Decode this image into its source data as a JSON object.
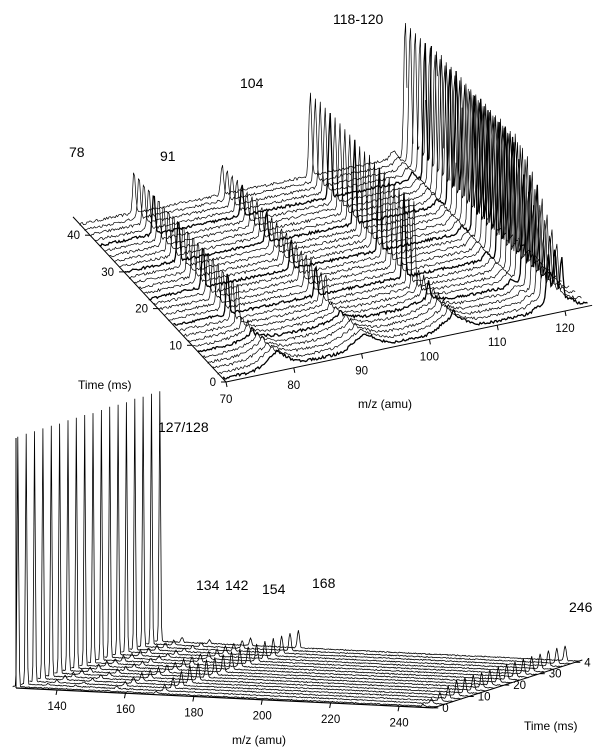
{
  "chart_data": [
    {
      "type": "waterfall",
      "xlabel": "m/z (amu)",
      "zlabel": "Time (ms)",
      "x_ticks": [
        "70",
        "80",
        "90",
        "100",
        "110",
        "120"
      ],
      "z_ticks": [
        "0",
        "10",
        "20",
        "30",
        "40"
      ],
      "xlim": [
        70,
        124
      ],
      "zlim": [
        0,
        45
      ],
      "annotations": [
        {
          "text": "78",
          "x": 78
        },
        {
          "text": "91",
          "x": 91
        },
        {
          "text": "104",
          "x": 104
        },
        {
          "text": "118-120",
          "x": 119
        }
      ],
      "peaks": [
        {
          "mz": 78,
          "intensity": 0.3
        },
        {
          "mz": 91,
          "intensity": 0.22
        },
        {
          "mz": 104,
          "intensity": 0.6
        },
        {
          "mz": 118,
          "intensity": 1.0
        },
        {
          "mz": 119,
          "intensity": 0.95
        },
        {
          "mz": 120,
          "intensity": 0.85
        }
      ],
      "series_count": 30
    },
    {
      "type": "waterfall",
      "xlabel": "m/z (amu)",
      "zlabel": "Time (ms)",
      "x_ticks": [
        "140",
        "160",
        "180",
        "200",
        "220",
        "240"
      ],
      "z_ticks": [
        "0",
        "10",
        "20",
        "30",
        "4"
      ],
      "xlim": [
        128,
        250
      ],
      "zlim": [
        0,
        42
      ],
      "annotations": [
        {
          "text": "127/128",
          "x": 127.5
        },
        {
          "text": "134",
          "x": 134
        },
        {
          "text": "142",
          "x": 142
        },
        {
          "text": "154",
          "x": 154
        },
        {
          "text": "168",
          "x": 168
        },
        {
          "text": "246",
          "x": 246
        }
      ],
      "peaks": [
        {
          "mz": 127.5,
          "intensity": 1.0
        },
        {
          "mz": 134,
          "intensity": 0.02
        },
        {
          "mz": 142,
          "intensity": 0.015
        },
        {
          "mz": 154,
          "intensity": 0.03
        },
        {
          "mz": 168,
          "intensity": 0.07
        },
        {
          "mz": 246,
          "intensity": 0.06
        }
      ],
      "series_count": 18
    }
  ]
}
